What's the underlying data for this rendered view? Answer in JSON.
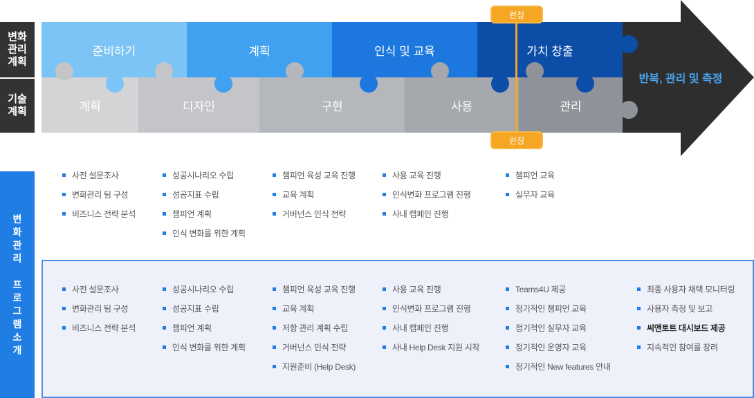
{
  "side_labels": {
    "change_plan": "변화\n관리\n계획",
    "tech_plan": "기술\n계획",
    "program": "변\n화\n관\n리\n\n프\n로\n그\n램\n소\n개"
  },
  "top_band": [
    "준비하기",
    "계획",
    "인식 및 교육",
    "가치 창출"
  ],
  "bottom_band": [
    "계획",
    "디자인",
    "구현",
    "사용",
    "관리"
  ],
  "arrow_text": "반복, 관리 및 측정",
  "launch_badge": "런칭",
  "upper_lists": [
    [
      "사전 설문조사",
      "변화관리 팀 구성",
      "비즈니스 전략 분석"
    ],
    [
      "성공시나리오 수립",
      "성공지표 수립",
      "챔피언 계획",
      "인식 변화를 위한 계획"
    ],
    [
      "챔피언 육성 교육 진행",
      "교육 계획",
      "거버넌스 인식 전략"
    ],
    [
      "사용 교육 진행",
      "인식변화 프로그램 진행",
      "사내 캠페인 진행"
    ],
    [
      "챔피언 교육",
      "실무자 교육"
    ]
  ],
  "lower_lists": [
    [
      "사전 설문조사",
      "변화관리 팀 구성",
      "비즈니스 전략 분석"
    ],
    [
      "성공시나리오 수립",
      "성공지표 수립",
      "챔피언 계획",
      "인식 변화를 위한 계획"
    ],
    [
      "챔피언 육성 교육 진행",
      "교육 계획",
      "저항 관리 계획 수립",
      "거버넌스 인식 전략",
      "지원준비 (Help Desk)"
    ],
    [
      "사용 교육 진행",
      "인식변화 프로그램 진행",
      "사내 캠페인 진행",
      "사내 Help Desk 지원 시작"
    ],
    [
      "Teams4U 제공",
      "정기적인 챔피언 교육",
      "정기적인 실무자 교육",
      "정기적인 운영자 교육",
      "정기적인 New features 안내"
    ],
    [
      "최종 사용자 채택 모니터링",
      "사용자 측정 및 보고",
      "씨앤토트 대시보드 제공",
      "지속적인 참여를 장려"
    ]
  ],
  "colors": {
    "accent": "#1f7de3",
    "arrow": "#2e2e2e",
    "launch": "#f5a623",
    "arrow_text": "#4aa3f0"
  }
}
